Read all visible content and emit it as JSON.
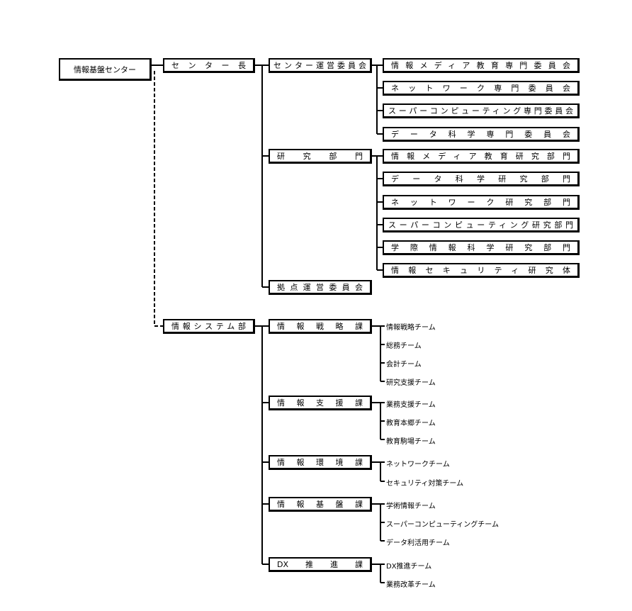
{
  "root": "情報基盤センター",
  "director": "センター長",
  "center": {
    "committee_main": "センター運営委員会",
    "committees": [
      "情報メディア教育専門委員会",
      "ネットワーク専門委員会",
      "スーパーコンピューティング専門委員会",
      "データ科学専門委員会"
    ],
    "research": "研究部門",
    "research_divisions": [
      "情報メディア教育研究部門",
      "データ科学研究部門",
      "ネットワーク研究部門",
      "スーパーコンピューティング研究部門",
      "学際情報科学研究部門",
      "情報セキュリティ研究体"
    ],
    "hub_committee": "拠点運営委員会"
  },
  "system_dept": {
    "name": "情報システム部",
    "sections": [
      {
        "name": "情報戦略課",
        "teams": [
          "情報戦略チーム",
          "総務チーム",
          "会計チーム",
          "研究支援チーム"
        ]
      },
      {
        "name": "情報支援課",
        "teams": [
          "業務支援チーム",
          "教育本郷チーム",
          "教育駒場チーム"
        ]
      },
      {
        "name": "情報環境課",
        "teams": [
          "ネットワークチーム",
          "セキュリティ対策チーム"
        ]
      },
      {
        "name": "情報基盤課",
        "teams": [
          "学術情報チーム",
          "スーパーコンピューティングチーム",
          "データ利活用チーム"
        ]
      },
      {
        "name": "DX推進課",
        "teams": [
          "DX推進チーム",
          "業務改革チーム"
        ]
      }
    ]
  }
}
